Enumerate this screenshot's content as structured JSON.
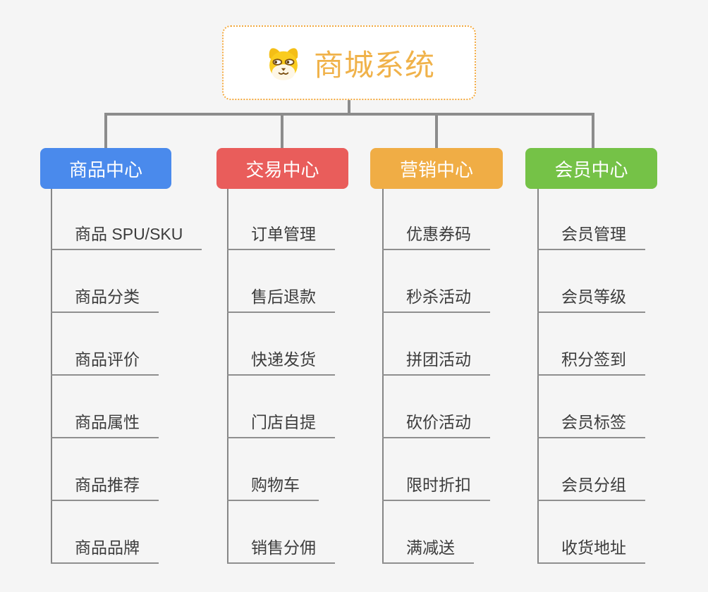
{
  "page": {
    "background_color": "#f5f5f5",
    "connector_color": "#8c8c8c"
  },
  "root": {
    "label": "商城系统",
    "icon": "dog-face-icon",
    "text_color": "#f0b24a",
    "border_color": "#f3aa40"
  },
  "branches": [
    {
      "label": "商品中心",
      "color": "#4a8aec",
      "children": [
        "商品 SPU/SKU",
        "商品分类",
        "商品评价",
        "商品属性",
        "商品推荐",
        "商品品牌"
      ]
    },
    {
      "label": "交易中心",
      "color": "#e95d5b",
      "children": [
        "订单管理",
        "售后退款",
        "快递发货",
        "门店自提",
        "购物车",
        "销售分佣"
      ]
    },
    {
      "label": "营销中心",
      "color": "#f0ad45",
      "children": [
        "优惠券码",
        "秒杀活动",
        "拼团活动",
        "砍价活动",
        "限时折扣",
        "满减送"
      ]
    },
    {
      "label": "会员中心",
      "color": "#75c247",
      "children": [
        "会员管理",
        "会员等级",
        "积分签到",
        "会员标签",
        "会员分组",
        "收货地址"
      ]
    }
  ]
}
